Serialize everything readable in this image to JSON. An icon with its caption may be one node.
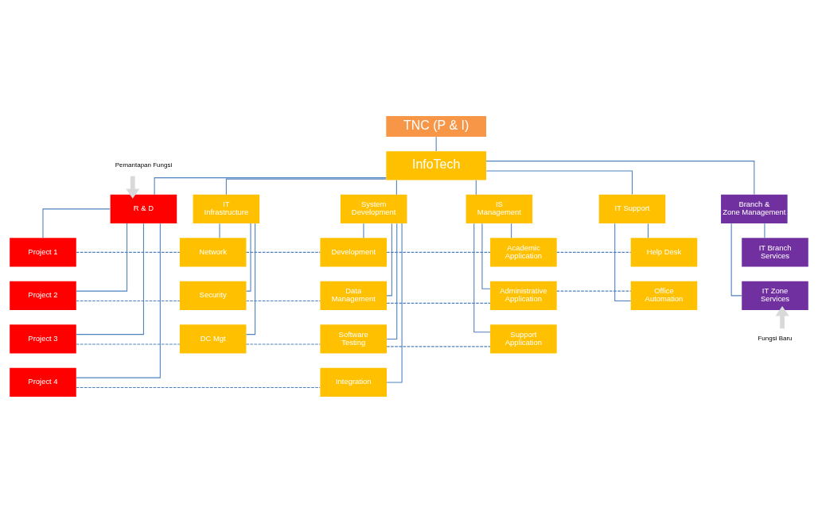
{
  "diagram": {
    "nodes": [
      {
        "text": [
          "TNC (P & I)"
        ]
      },
      {
        "text": [
          "InfoTech"
        ]
      },
      {
        "text": [
          "R & D"
        ]
      },
      {
        "text": [
          "IT Infrastructure"
        ]
      },
      {
        "text": [
          "System Development"
        ]
      },
      {
        "text": [
          "IS Management"
        ]
      },
      {
        "text": [
          "IT Support"
        ]
      },
      {
        "text": [
          "Branch & Zone Management"
        ]
      },
      {
        "text": [
          "Project 1"
        ]
      },
      {
        "text": [
          "Project 2"
        ]
      },
      {
        "text": [
          "Project 3"
        ]
      },
      {
        "text": [
          "Project 4"
        ]
      },
      {
        "text": [
          "Network"
        ]
      },
      {
        "text": [
          "Security"
        ]
      },
      {
        "text": [
          "DC Mgt"
        ]
      },
      {
        "text": [
          "Development"
        ]
      },
      {
        "text": [
          "Data Management"
        ]
      },
      {
        "text": [
          "Software Testing"
        ]
      },
      {
        "text": [
          "Integration"
        ]
      },
      {
        "text": [
          "Academic Application"
        ]
      },
      {
        "text": [
          "Administrative Application"
        ]
      },
      {
        "text": [
          "Support Application"
        ]
      },
      {
        "text": [
          "Help Desk"
        ]
      },
      {
        "text": [
          "Office Automation"
        ]
      },
      {
        "text": [
          "IT Branch Services"
        ]
      },
      {
        "text": [
          "IT Zone Services"
        ]
      },
      {
        "text": [
          "Pemantapan Fungsi"
        ]
      },
      {
        "text": [
          "Fungsi Baru"
        ]
      }
    ],
    "edges": [
      {
        "from": 0,
        "to": 1,
        "arrow": "none"
      },
      {
        "from": 1,
        "to": 2,
        "arrow": "none"
      },
      {
        "from": 1,
        "to": 3,
        "arrow": "none"
      },
      {
        "from": 1,
        "to": 4,
        "arrow": "none"
      },
      {
        "from": 1,
        "to": 5,
        "arrow": "none"
      },
      {
        "from": 1,
        "to": 6,
        "arrow": "none"
      },
      {
        "from": 1,
        "to": 7,
        "arrow": "none"
      },
      {
        "from": 2,
        "to": 8,
        "arrow": "none"
      },
      {
        "from": 2,
        "to": 9,
        "arrow": "none"
      },
      {
        "from": 2,
        "to": 10,
        "arrow": "none"
      },
      {
        "from": 2,
        "to": 11,
        "arrow": "none"
      },
      {
        "from": 3,
        "to": 12,
        "arrow": "none"
      },
      {
        "from": 3,
        "to": 13,
        "arrow": "none"
      },
      {
        "from": 3,
        "to": 14,
        "arrow": "none"
      },
      {
        "from": 4,
        "to": 15,
        "arrow": "none"
      },
      {
        "from": 4,
        "to": 16,
        "arrow": "none"
      },
      {
        "from": 4,
        "to": 17,
        "arrow": "none"
      },
      {
        "from": 4,
        "to": 18,
        "arrow": "none"
      },
      {
        "from": 5,
        "to": 19,
        "arrow": "none"
      },
      {
        "from": 5,
        "to": 20,
        "arrow": "none"
      },
      {
        "from": 5,
        "to": 21,
        "arrow": "none"
      },
      {
        "from": 6,
        "to": 22,
        "arrow": "none"
      },
      {
        "from": 6,
        "to": 23,
        "arrow": "none"
      },
      {
        "from": 7,
        "to": 24,
        "arrow": "none"
      },
      {
        "from": 7,
        "to": 25,
        "arrow": "none"
      },
      {
        "from": 8,
        "to": 12,
        "arrow": "none",
        "style": "dashed"
      },
      {
        "from": 12,
        "to": 15,
        "arrow": "none",
        "style": "dashed"
      },
      {
        "from": 15,
        "to": 19,
        "arrow": "none",
        "style": "dashed"
      },
      {
        "from": 19,
        "to": 22,
        "arrow": "none",
        "style": "dashed"
      },
      {
        "from": 9,
        "to": 13,
        "arrow": "none",
        "style": "dashed"
      },
      {
        "from": 13,
        "to": 16,
        "arrow": "none",
        "style": "dashed"
      },
      {
        "from": 16,
        "to": 20,
        "arrow": "none",
        "style": "dashed"
      },
      {
        "from": 20,
        "to": 23,
        "arrow": "none",
        "style": "dashed"
      },
      {
        "from": 10,
        "to": 14,
        "arrow": "none",
        "style": "dashed"
      },
      {
        "from": 14,
        "to": 17,
        "arrow": "none",
        "style": "dashed"
      },
      {
        "from": 17,
        "to": 21,
        "arrow": "none",
        "style": "dashed"
      },
      {
        "from": 11,
        "to": 18,
        "arrow": "none",
        "style": "dashed"
      },
      {
        "from": 26,
        "to": 2,
        "arrow": "to",
        "style": "thick",
        "color": "#d9d9d9"
      },
      {
        "from": 27,
        "to": 25,
        "arrow": "to",
        "style": "thick",
        "color": "#d9d9d9"
      }
    ]
  }
}
